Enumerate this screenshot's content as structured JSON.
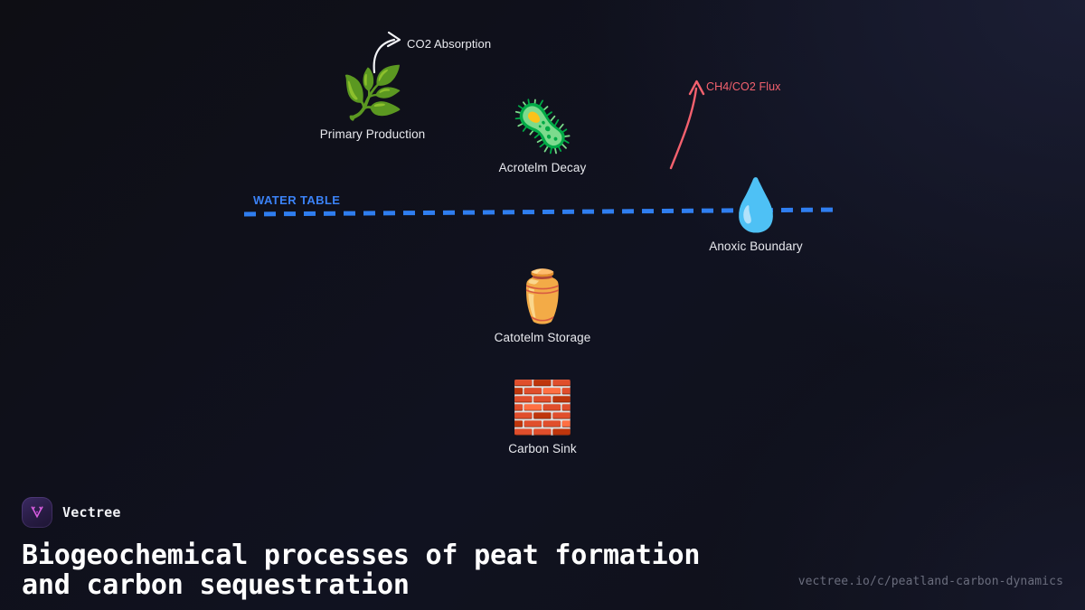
{
  "page": {
    "background_dark": "#0e0e14",
    "background_navy": "#1b1e34"
  },
  "diagram": {
    "nodes": [
      {
        "id": "primary-production",
        "icon": "🌿",
        "icon_name": "herb-leaf-icon",
        "label": "Primary Production"
      },
      {
        "id": "acrotelm-decay",
        "icon": "🦠",
        "icon_name": "microbe-icon",
        "label": "Acrotelm Decay"
      },
      {
        "id": "anoxic-boundary",
        "icon": "💧",
        "icon_name": "water-droplet-icon",
        "label": "Anoxic Boundary"
      },
      {
        "id": "catotelm-storage",
        "icon": "⚱️",
        "icon_name": "funeral-urn-icon",
        "label": "Catotelm Storage"
      },
      {
        "id": "carbon-sink",
        "icon": "🧱",
        "icon_name": "brick-wall-icon",
        "label": "Carbon Sink"
      }
    ],
    "annotations": {
      "co2_absorption": {
        "text": "CO2 Absorption",
        "color": "#e9eaef"
      },
      "ch4_co2_flux": {
        "text": "CH4/CO2 Flux",
        "color": "#f4616e"
      },
      "water_table": {
        "text": "WATER TABLE",
        "color": "#3b82f6"
      }
    }
  },
  "footer": {
    "brand": "Vectree",
    "logo_icon": "vectree-v-tree-logo",
    "headline": "Biogeochemical processes of peat formation and carbon sequestration",
    "url": "vectree.io/c/peatland-carbon-dynamics"
  }
}
